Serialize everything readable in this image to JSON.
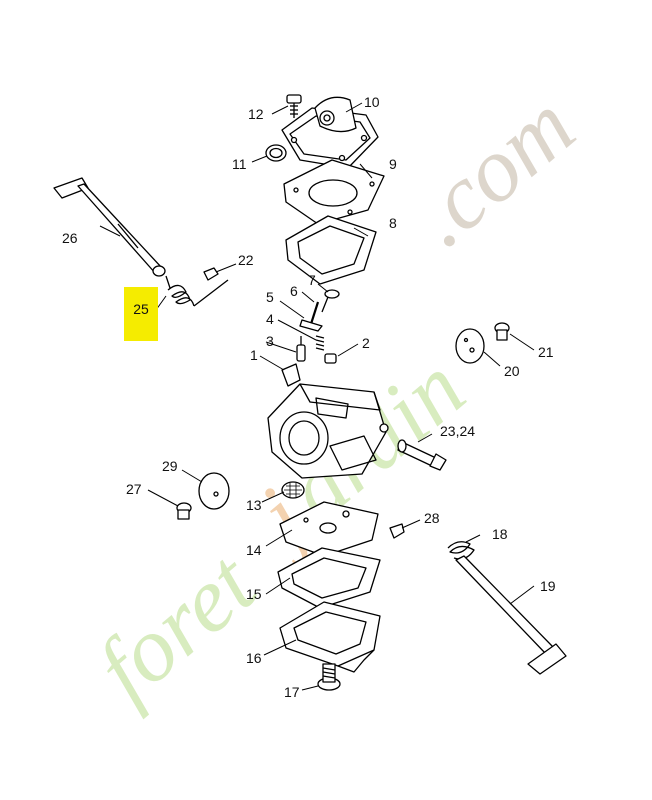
{
  "labels": {
    "p1": "1",
    "p2": "2",
    "p3": "3",
    "p4": "4",
    "p5": "5",
    "p6": "6",
    "p7": "7",
    "p8": "8",
    "p9": "9",
    "p10": "10",
    "p11": "11",
    "p12": "12",
    "p13": "13",
    "p14": "14",
    "p15": "15",
    "p16": "16",
    "p17": "17",
    "p18": "18",
    "p19": "19",
    "p20": "20",
    "p21": "21",
    "p22": "22",
    "p23_24": "23,24",
    "p25": "25",
    "p26": "26",
    "p27": "27",
    "p28": "28",
    "p29": "29"
  },
  "highlight": {
    "part": "25",
    "color": "#f5ec00"
  },
  "watermark": {
    "brand": "foretjardin",
    "suffix": ".com"
  }
}
